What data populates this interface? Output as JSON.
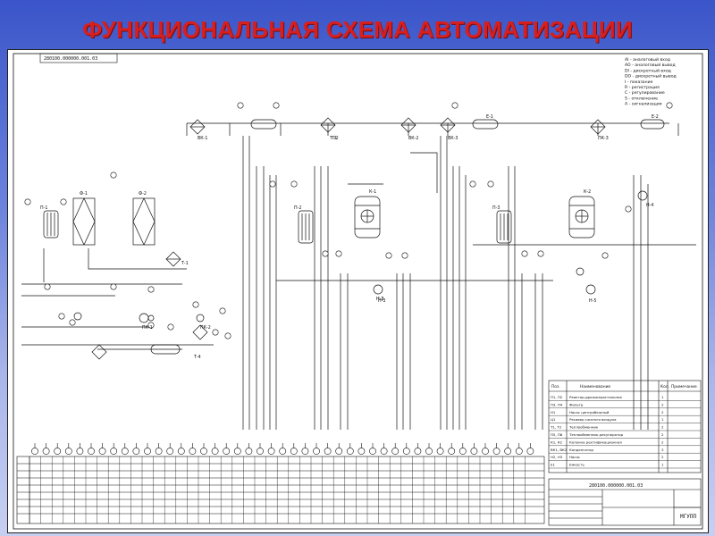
{
  "slide": {
    "title": "ФУНКЦИОНАЛЬНАЯ СХЕМА АВТОМАТИЗАЦИИ"
  },
  "colors": {
    "title": "#d81f1f",
    "background_top": "#3a55c9",
    "background_bottom": "#c7cff1",
    "sheet": "#ffffff",
    "lines": "#111111"
  },
  "drawing": {
    "stamp_top": "280100.000000.001.03",
    "legend": [
      "AI - аналоговый вход",
      "AO - аналоговый вывод",
      "DI - дискретный вход",
      "DO - дискретный вывод",
      "I - показание",
      "R - регистрация",
      "C - регулирование",
      "S - отключение",
      "A - сигнализация"
    ],
    "equipment_labels": [
      "П-1",
      "Ф-1",
      "Ф-2",
      "Т-1",
      "П-2",
      "П-3",
      "Т-2",
      "Т-3",
      "К-1",
      "К-2",
      "Н-1",
      "Н-2",
      "Н-3",
      "Н-4",
      "Н-5",
      "Т-4",
      "ПК-1",
      "ПК-2",
      "ВК-1",
      "ВК-2",
      "ВК-3",
      "ПК-3",
      "Е-1",
      "Е-2"
    ],
    "table": {
      "headers": [
        "Поз.",
        "Наименование",
        "Кол.",
        "Примечание"
      ],
      "rows": [
        [
          "П1, П2",
          "Реактор-дрожжерастильник",
          "1",
          ""
        ],
        [
          "П3, П4",
          "Фильтр",
          "2",
          ""
        ],
        [
          "Н1",
          "Насос центробежный",
          "2",
          ""
        ],
        [
          "Ц1",
          "Ресивер сжатого воздуха",
          "1",
          ""
        ],
        [
          "Т1, Т2",
          "Теплообменник",
          "2",
          ""
        ],
        [
          "П5, П6",
          "Теплообменник-рекуператор",
          "2",
          ""
        ],
        [
          "К1, К2",
          "Колонна ректификационная",
          "2",
          ""
        ],
        [
          "ВК1, ВК2",
          "Конденсатор",
          "3",
          ""
        ],
        [
          "Н2, Н3",
          "Насос",
          "2",
          ""
        ],
        [
          "Е1",
          "Емкость",
          "1",
          ""
        ]
      ]
    },
    "stamp_bottom": "280100.000000.001.03",
    "stamp_org": "МГУПП"
  }
}
